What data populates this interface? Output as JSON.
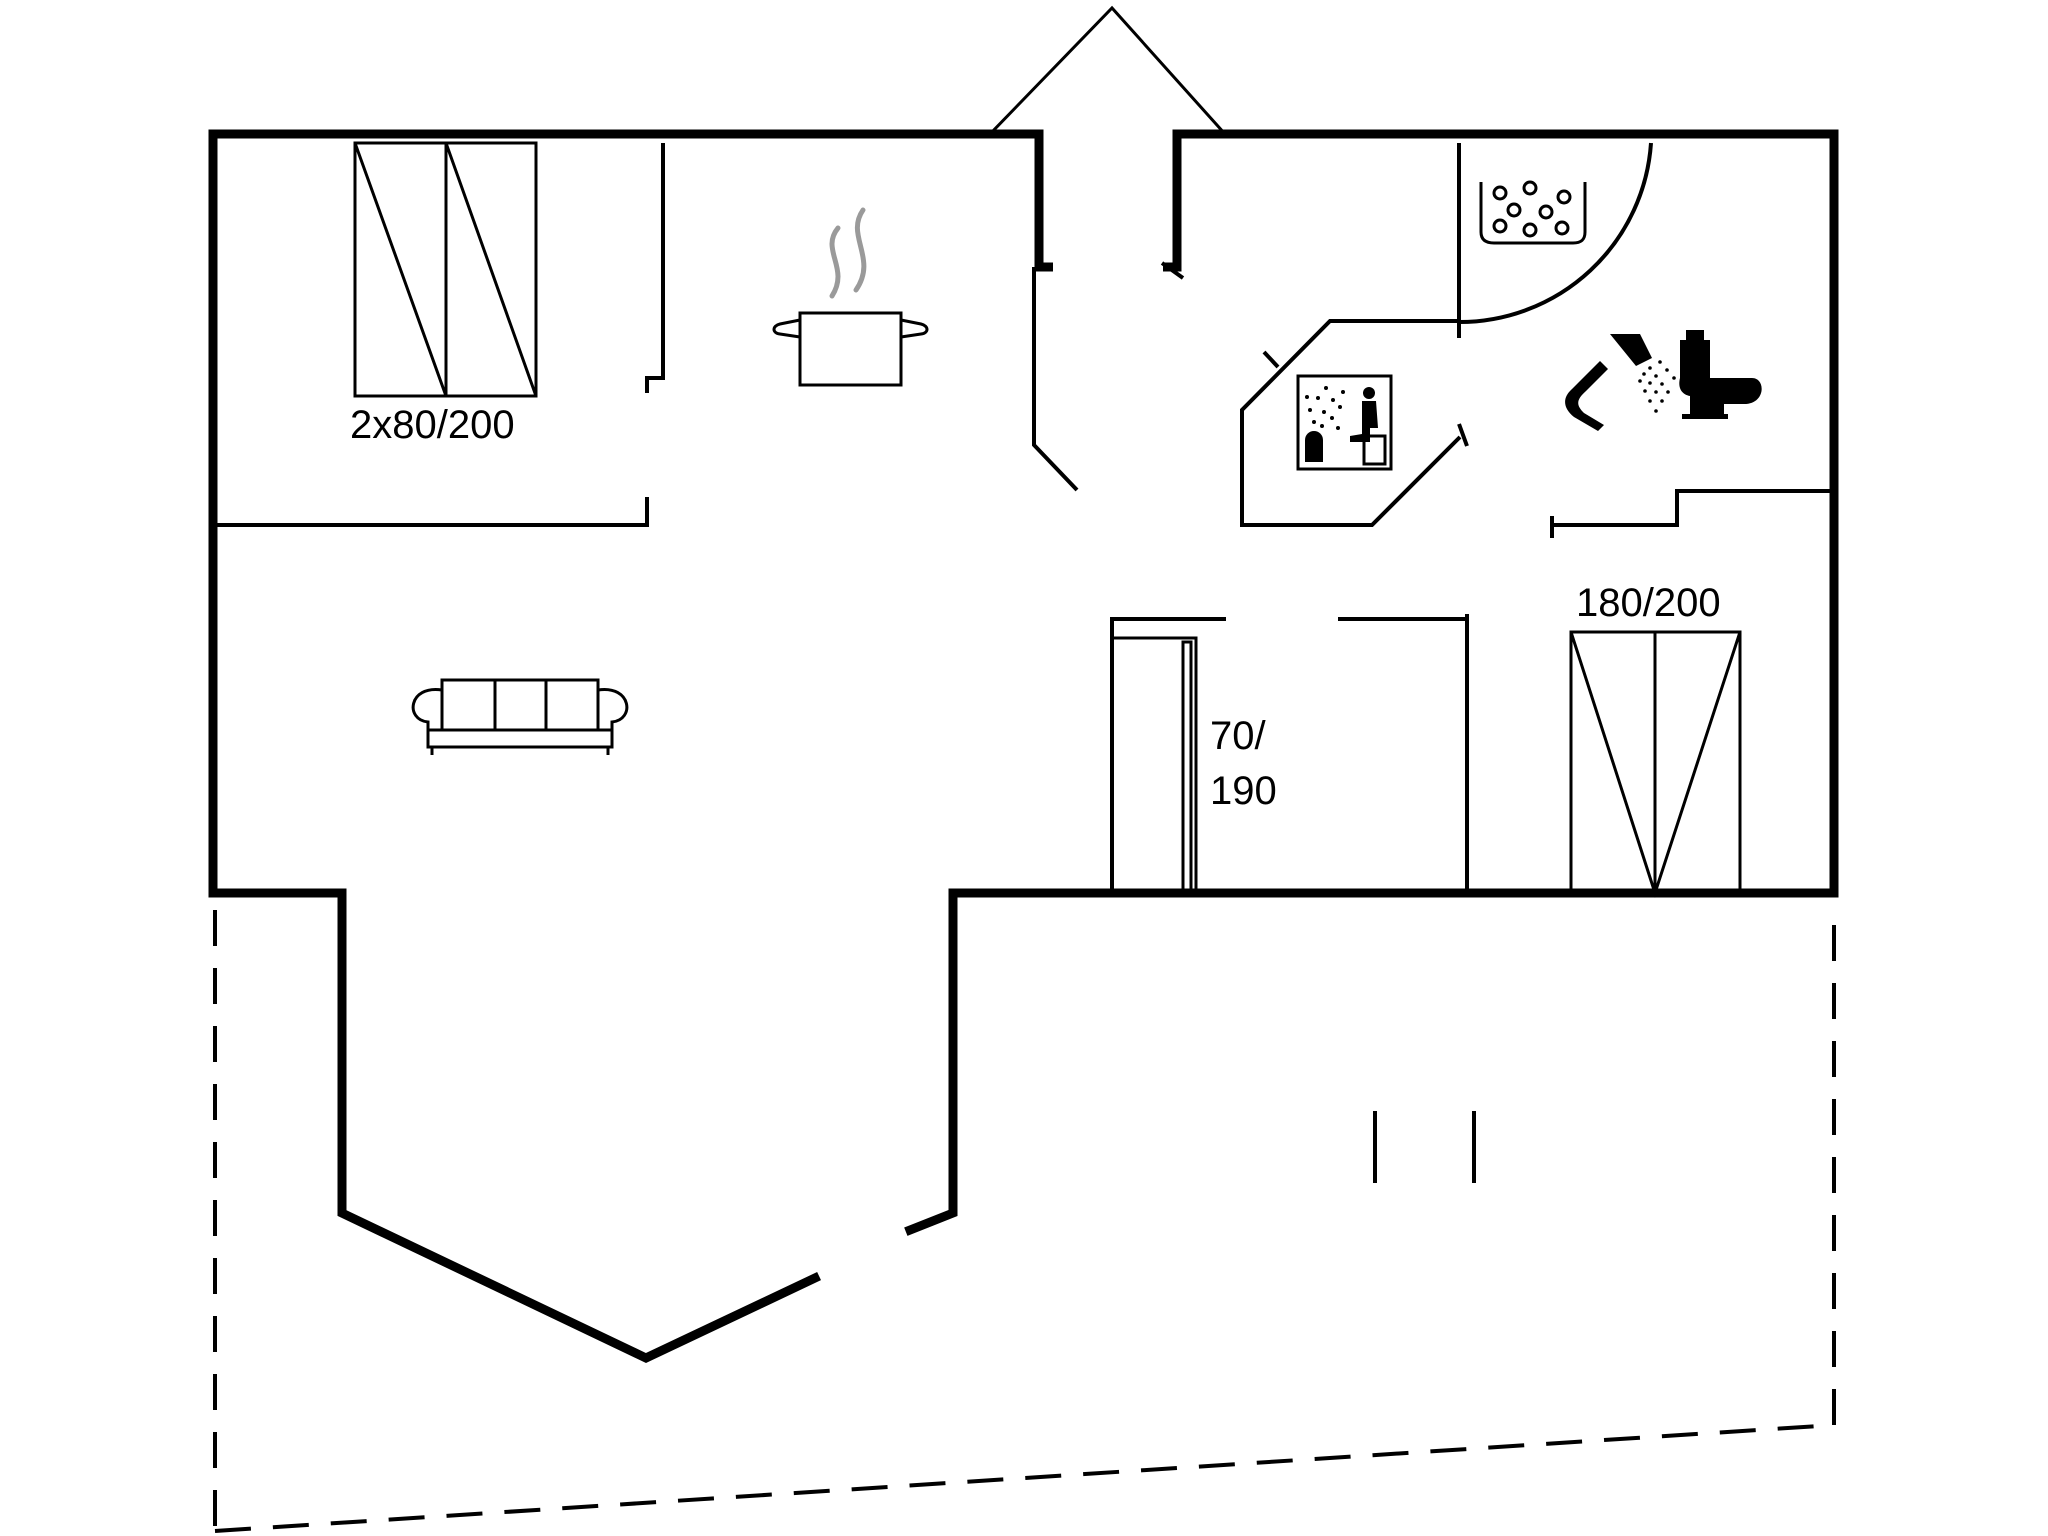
{
  "labels": {
    "bunk_beds": "2x80/200",
    "single_bed_line1": "70/",
    "single_bed_line2": "190",
    "double_bed": "180/200"
  },
  "icons": [
    "twin-bed-icon",
    "cooking-pot-icon",
    "sofa-icon",
    "whirlpool-bath-icon",
    "sauna-icon",
    "shower-icon",
    "toilet-icon",
    "single-bed-icon",
    "double-bed-icon"
  ],
  "colors": {
    "walls": "#000000",
    "background": "#ffffff",
    "steam": "#9a9a9a"
  }
}
